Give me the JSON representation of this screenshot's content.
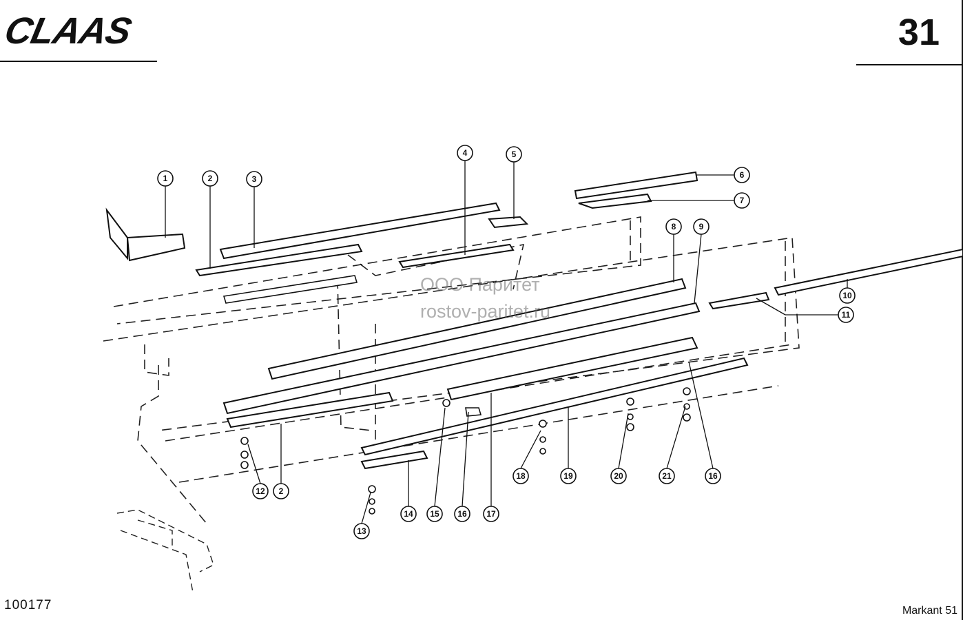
{
  "header": {
    "brand": "CLAAS",
    "page_number": "31"
  },
  "footer": {
    "document_number": "100177",
    "model": "Markant 51"
  },
  "watermark": {
    "company": "ООО Паритет",
    "site": "rostov-paritet.ru"
  },
  "callouts": [
    "1",
    "2",
    "3",
    "4",
    "5",
    "6",
    "7",
    "8",
    "9",
    "10",
    "11",
    "12",
    "2",
    "13",
    "14",
    "15",
    "16",
    "17",
    "18",
    "19",
    "20",
    "21",
    "16"
  ]
}
